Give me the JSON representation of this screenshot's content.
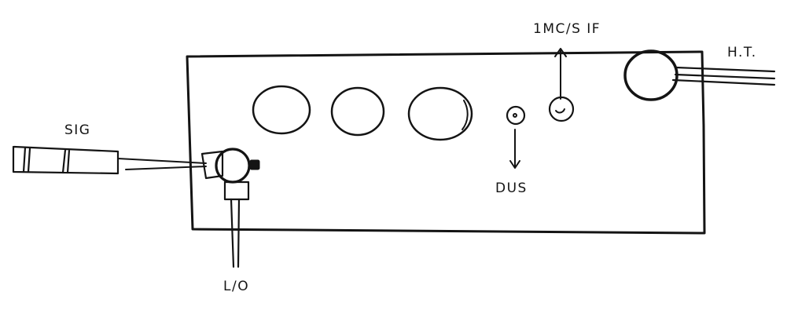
{
  "labels": {
    "sig": "SIG",
    "lo": "L/O",
    "dus": "DUS",
    "if": "1MC/S IF",
    "ht": "H.T."
  },
  "colors": {
    "ink": "#141414",
    "paper": "#ffffff"
  }
}
